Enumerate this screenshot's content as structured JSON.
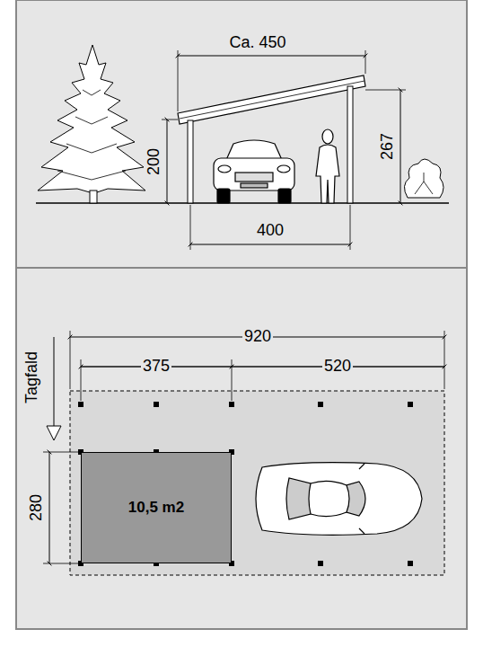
{
  "diagram": {
    "nodes": [
      {
        "text": [
          "10,5 m2"
        ]
      }
    ],
    "labels": [
      "Ca. 450",
      "200",
      "267",
      "400",
      "920",
      "375",
      "520",
      "Tagfald",
      "280"
    ]
  }
}
